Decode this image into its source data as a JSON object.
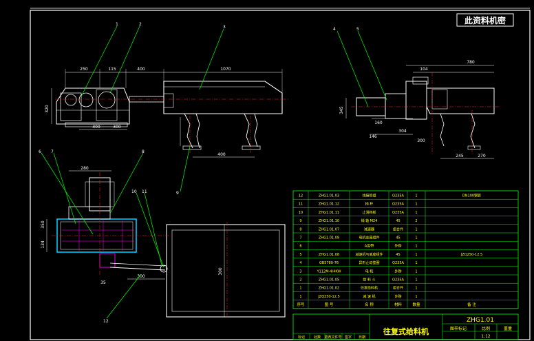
{
  "stamp": "此资料机密",
  "colors": {
    "background": "#000000",
    "frame": "#ffffff",
    "leader": "#00ff00",
    "dimension": "#ffffff",
    "centerline": "#ff2020",
    "hatch": "#ff00ff",
    "highlight": "#00c8ff",
    "table": "#00ff00",
    "text_yellow": "#ffff00"
  },
  "part_callouts": [
    "1",
    "2",
    "3",
    "4",
    "5",
    "6",
    "7",
    "8",
    "9",
    "10",
    "11",
    "12"
  ],
  "dimensions": {
    "front_view": [
      "250",
      "115",
      "400",
      "1070",
      "320",
      "300",
      "300",
      "400"
    ],
    "side_view": [
      "780",
      "104",
      "146",
      "160",
      "304",
      "345",
      "300",
      "245",
      "270"
    ],
    "plan_view": [
      "280",
      "350",
      "134",
      "300",
      "35",
      "300"
    ]
  },
  "bom": {
    "rows": [
      {
        "no": "12",
        "code": "ZHG1.01.03",
        "name": "线接管组",
        "material": "Q235A",
        "qty": "1",
        "note": "DN100钢管"
      },
      {
        "no": "11",
        "code": "ZHG1.01.12",
        "name": "挡  杆",
        "material": "Q235A",
        "qty": "1",
        "note": ""
      },
      {
        "no": "10",
        "code": "ZHG1.01.11",
        "name": "止滑挡板",
        "material": "Q235A",
        "qty": "1",
        "note": ""
      },
      {
        "no": "9",
        "code": "ZHG1.01.10",
        "name": "销  轴 M24",
        "material": "45",
        "qty": "2",
        "note": ""
      },
      {
        "no": "8",
        "code": "ZHG1.01.07",
        "name": "减速器",
        "material": "组合件",
        "qty": "1",
        "note": ""
      },
      {
        "no": "7",
        "code": "ZHG1.01.09",
        "name": "电机支座组件",
        "material": "45",
        "qty": "1",
        "note": ""
      },
      {
        "no": "6",
        "code": "",
        "name": "A齿带",
        "material": "外购",
        "qty": "1",
        "note": ""
      },
      {
        "no": "5",
        "code": "ZHG1.01.08",
        "name": "减速机与底座组件",
        "material": "45",
        "qty": "1",
        "note": "JZQ250-12.5"
      },
      {
        "no": "4",
        "code": "GB5780-76",
        "name": "异形止动垫圈",
        "material": "Q235A",
        "qty": "1",
        "note": ""
      },
      {
        "no": "3",
        "code": "Y112M-4/4KW",
        "name": "电  机",
        "material": "外购",
        "qty": "1",
        "note": ""
      },
      {
        "no": "2",
        "code": "ZHG1.01.05",
        "name": "给 料 斗",
        "material": "Q235A",
        "qty": "1",
        "note": ""
      },
      {
        "no": "1",
        "code": "ZHG1.01.02",
        "name": "往复给料机",
        "material": "组合件",
        "qty": "1",
        "note": ""
      },
      {
        "no": "1",
        "code": "JZQ250-12.5",
        "name": "减 速 机",
        "material": "外购",
        "qty": "1",
        "note": ""
      }
    ],
    "headers": [
      "序号",
      "图  号",
      "名  称",
      "材料",
      "数量",
      "备  注"
    ]
  },
  "title_block": {
    "drawing_title": "往复式给料机",
    "drawing_number": "ZHG1.01",
    "labels": [
      "图样标记",
      "比例",
      "重量"
    ],
    "scale": "1:12",
    "bottom_labels": [
      "标记",
      "处数",
      "更改文件号",
      "签字",
      "日期"
    ]
  }
}
